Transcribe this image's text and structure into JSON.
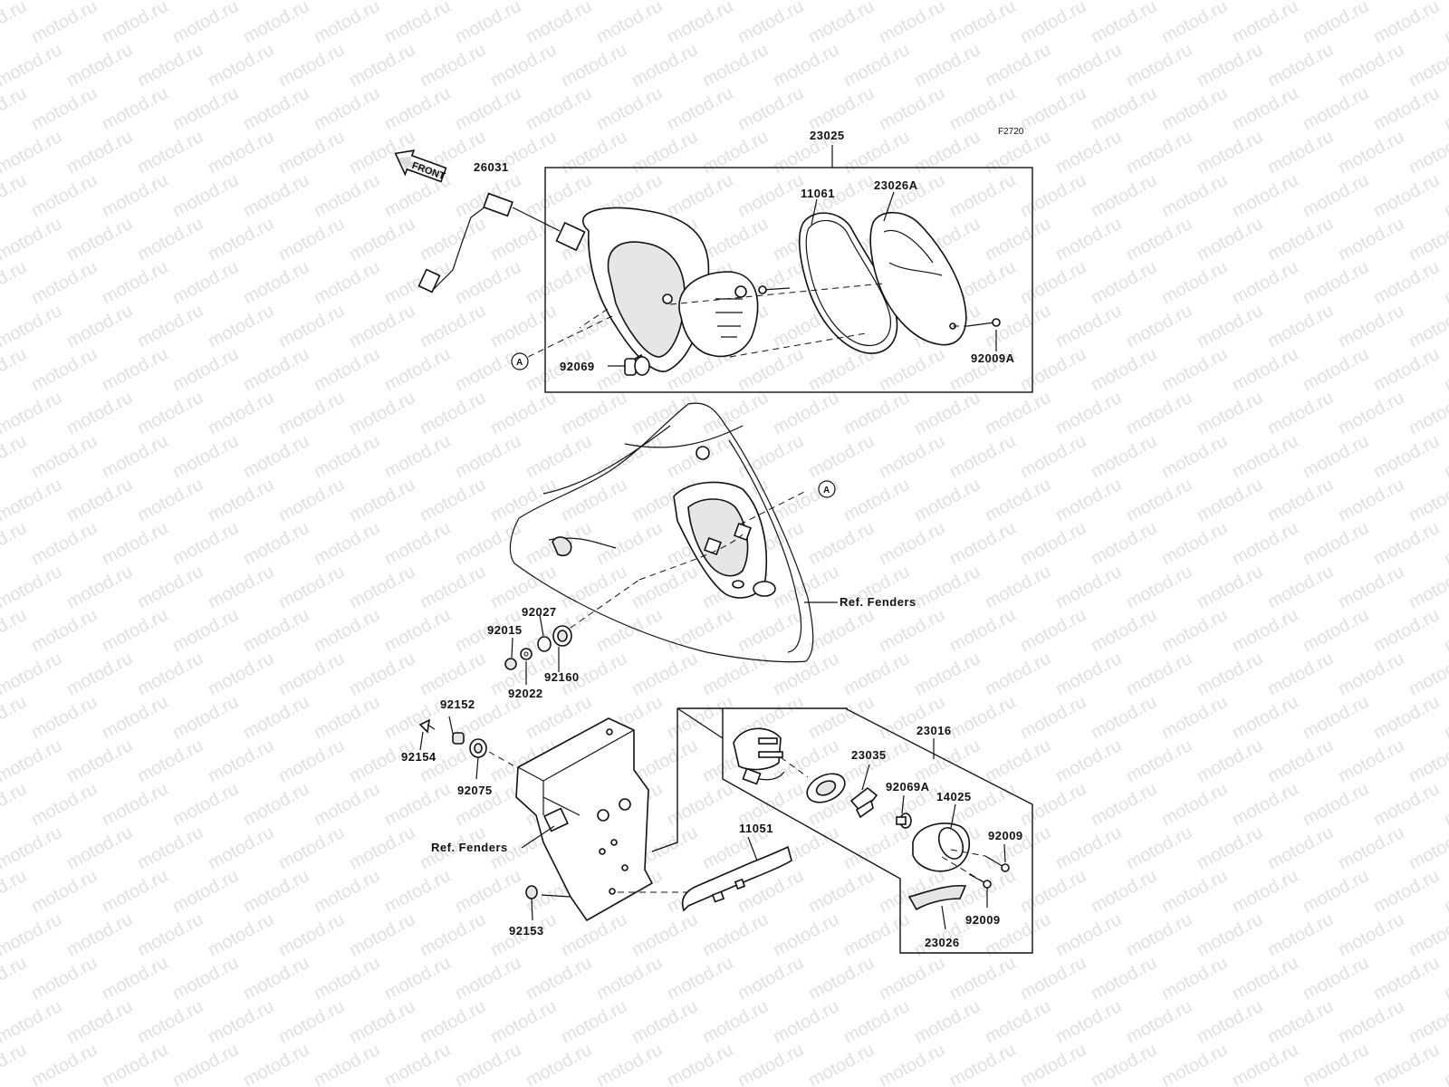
{
  "figure_code": "F2720",
  "watermark": "motod.ru",
  "direction_label": "FRONT",
  "reference_marker": "A",
  "ref_fenders_label": "Ref. Fenders",
  "parts": {
    "p23025": "23025",
    "p26031": "26031",
    "p11061": "11061",
    "p23026A": "23026A",
    "p92069": "92069",
    "p92009A": "92009A",
    "p92027": "92027",
    "p92015": "92015",
    "p92022": "92022",
    "p92160": "92160",
    "p92152": "92152",
    "p92154": "92154",
    "p92075": "92075",
    "p92153": "92153",
    "p11051": "11051",
    "p23016": "23016",
    "p23035": "23035",
    "p92069A": "92069A",
    "p14025": "14025",
    "p92009_1": "92009",
    "p92009_2": "92009",
    "p23026": "23026"
  }
}
